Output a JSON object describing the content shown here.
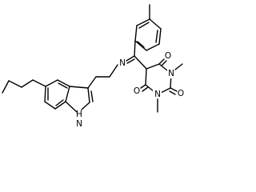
{
  "molecule": {
    "atoms": {
      "imine_n": "N",
      "indole_nh": "H",
      "indole_n": "N",
      "o_top": "O",
      "o_right": "O",
      "o_bottom": "O",
      "n_top": "N",
      "n_bottom": "N"
    }
  }
}
